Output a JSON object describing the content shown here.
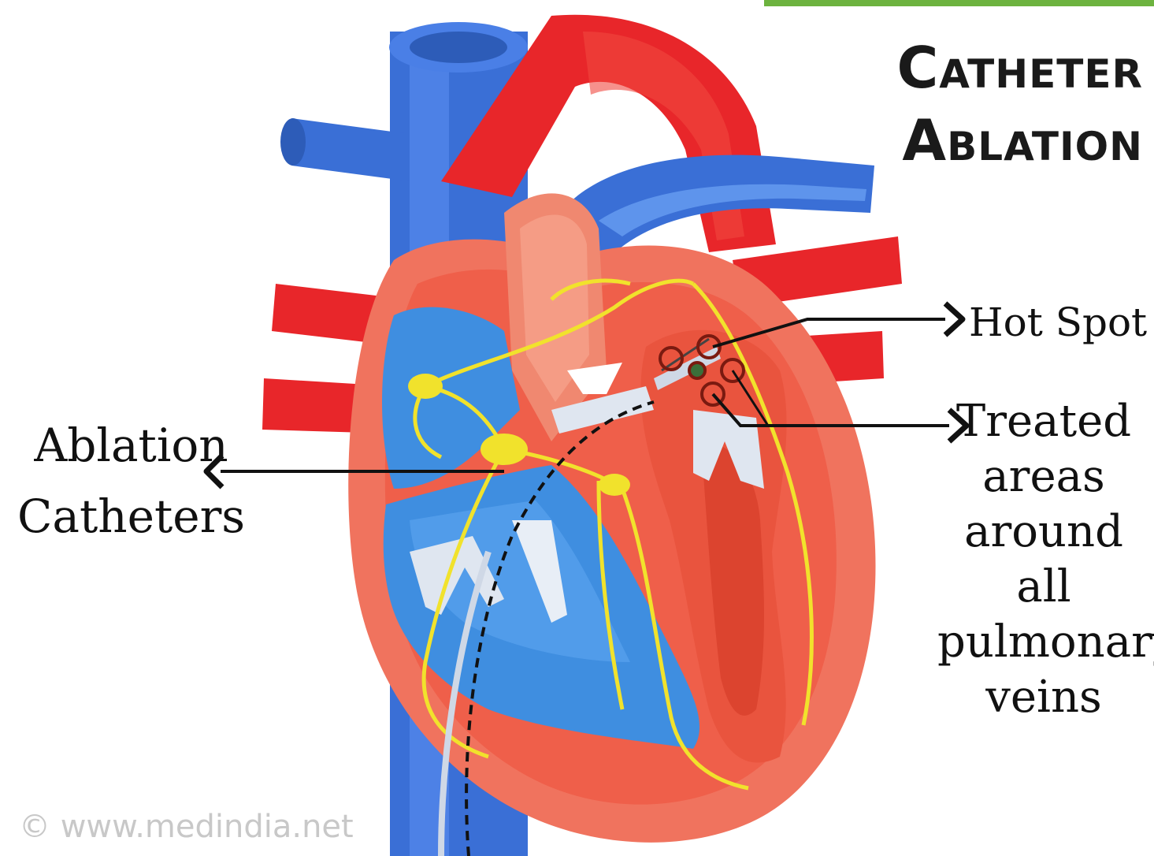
{
  "title": {
    "line1": "Catheter",
    "line2": "Ablation"
  },
  "labels": {
    "hot_spot": "Hot Spot",
    "ablation_catheters": [
      "Ablation",
      "Catheters"
    ],
    "treated_areas": [
      "Treated",
      "areas",
      "around all",
      "pulmonary",
      "veins"
    ]
  },
  "watermark": "© www.medindia.net",
  "colors": {
    "artery_red": "#e8262a",
    "vein_blue": "#3a6fd6",
    "muscle_salmon": "#f0735e",
    "chamber_blue": "#3f8ee0",
    "conduction_yellow": "#f1e22c",
    "valve_white": "#dfe6f0",
    "accent_green": "#6db33f"
  }
}
